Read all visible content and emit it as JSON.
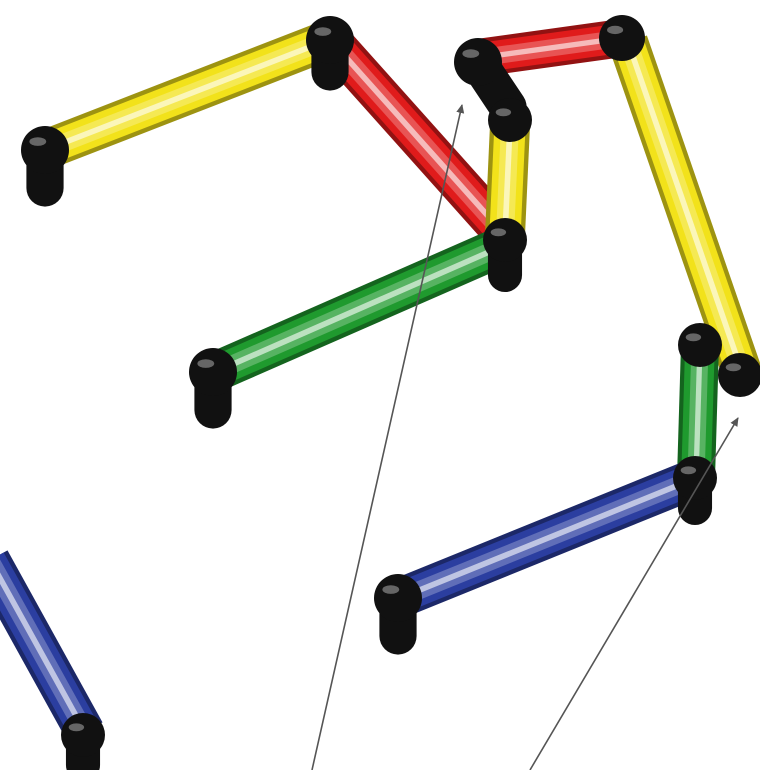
{
  "colors": {
    "yellow": "#f2e21a",
    "red": "#e01b1b",
    "green": "#1f9a2e",
    "blue": "#2b3ea0",
    "joint": "#111111",
    "leader_line": "#555555"
  },
  "pieces": [
    {
      "name": "yellow-rod-top-left",
      "color": "yellow"
    },
    {
      "name": "red-rod-top-center",
      "color": "red"
    },
    {
      "name": "green-rod-center",
      "color": "green"
    },
    {
      "name": "yellow-short-rod-center",
      "color": "yellow"
    },
    {
      "name": "red-rod-top-right",
      "color": "red"
    },
    {
      "name": "yellow-rod-right",
      "color": "yellow"
    },
    {
      "name": "green-short-rod-right",
      "color": "green"
    },
    {
      "name": "blue-rod-lower-right",
      "color": "blue"
    },
    {
      "name": "blue-rod-lower-left",
      "color": "blue"
    }
  ],
  "leaders": [
    {
      "name": "leader-line-left"
    },
    {
      "name": "leader-line-right"
    }
  ]
}
